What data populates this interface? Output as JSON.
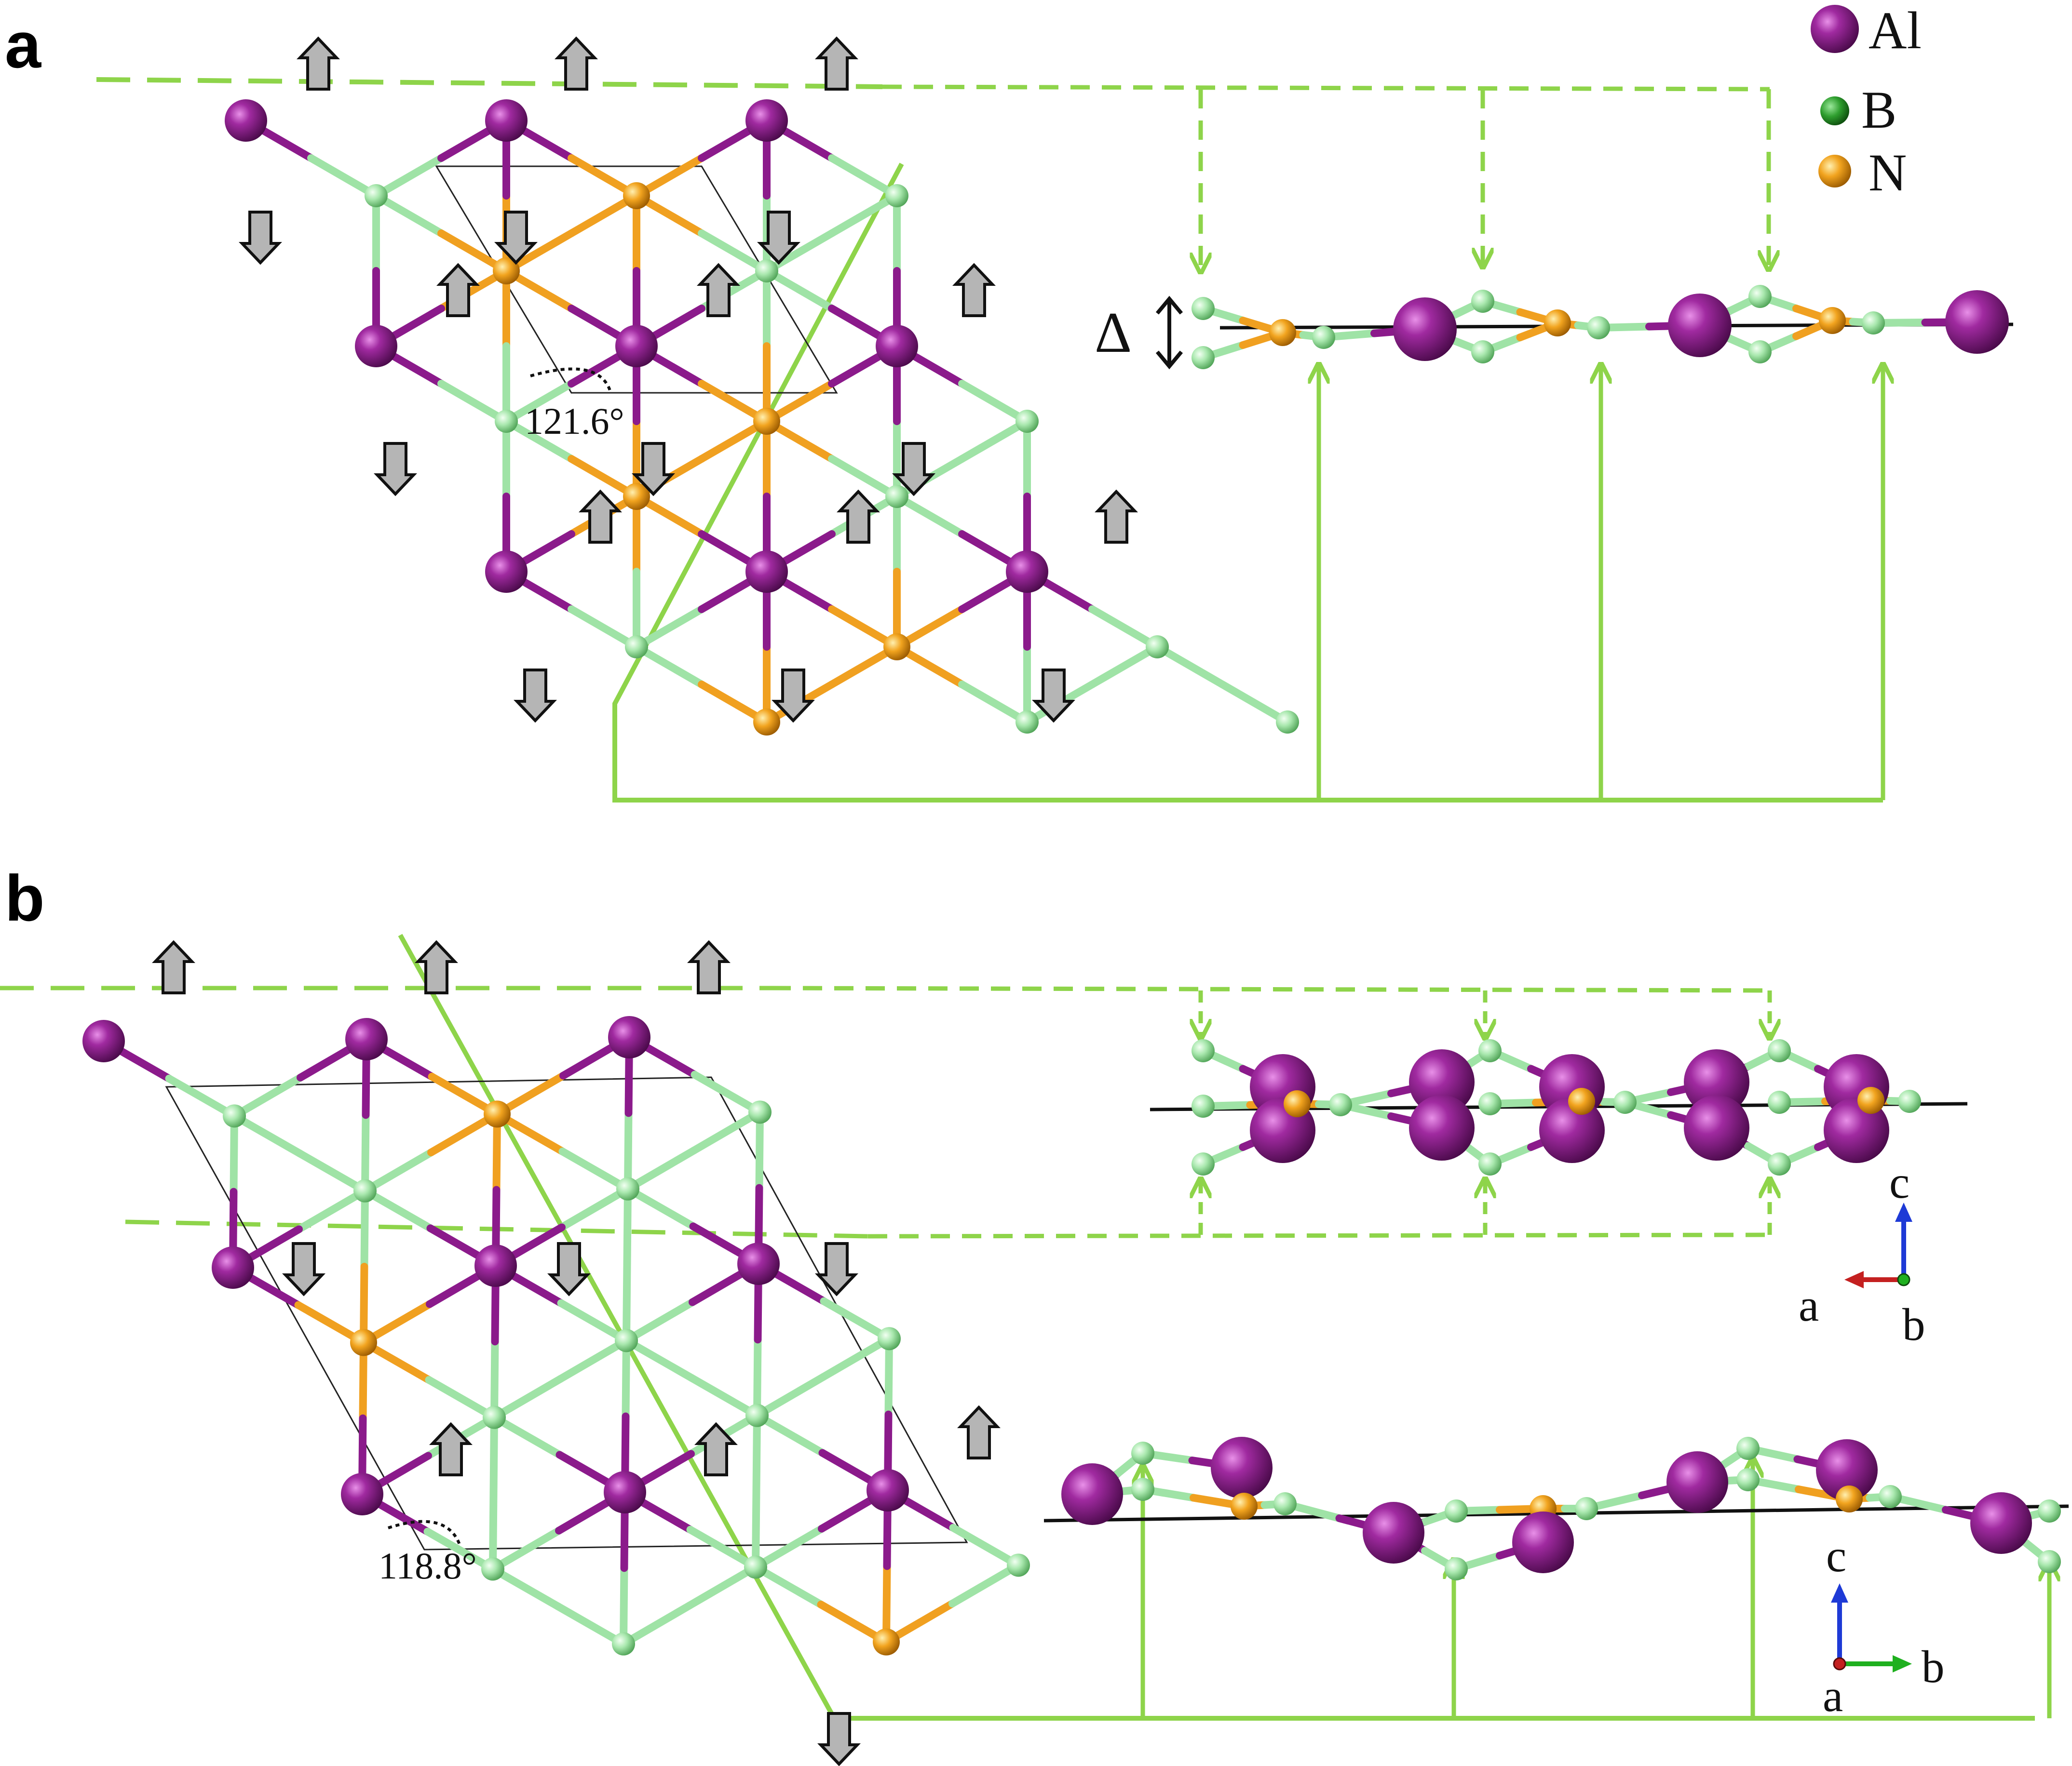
{
  "panels": [
    {
      "label": "a",
      "angle": "121.6°",
      "buckling": "Δ"
    },
    {
      "label": "b",
      "angle": "118.8°"
    }
  ],
  "legend": [
    {
      "symbol": "Al",
      "color": "#8b1a8b"
    },
    {
      "symbol": "B",
      "color": "#2e9e2e"
    },
    {
      "symbol": "N",
      "color": "#f0a020"
    }
  ],
  "axes_top": {
    "c": "c",
    "a": "a",
    "b": "b"
  },
  "axes_bottom": {
    "c": "c",
    "b": "b",
    "a": "a"
  },
  "colors": {
    "Al": "#8b1a8b",
    "B_lattice": "#9fe3a6",
    "N": "#f0a020",
    "guide": "#8ed44a",
    "arrow_fill": "#b5b5b5",
    "axis_c": "#1e3ad6",
    "axis_a": "#c42020",
    "axis_b": "#1fb01f"
  }
}
